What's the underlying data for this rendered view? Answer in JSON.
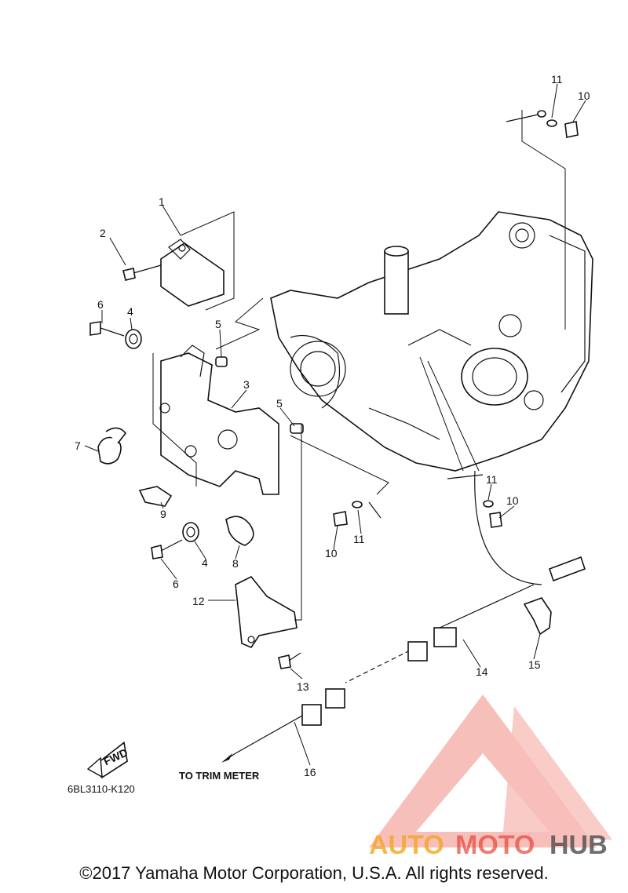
{
  "callouts": {
    "c1": "1",
    "c2": "2",
    "c3": "3",
    "c4a": "4",
    "c4b": "4",
    "c5a": "5",
    "c5b": "5",
    "c6a": "6",
    "c6b": "6",
    "c7": "7",
    "c8": "8",
    "c9": "9",
    "c10a": "10",
    "c10b": "10",
    "c10c": "10",
    "c11a": "11",
    "c11b": "11",
    "c11c": "11",
    "c12": "12",
    "c13": "13",
    "c14": "14",
    "c15": "15",
    "c16": "16"
  },
  "note_trim": "TO TRIM METER",
  "fwd_label": "FWD",
  "diagram_code": "6BL3110-K120",
  "watermark": {
    "auto": "AUTO",
    "moto": "MOTO",
    "hub": "HUB",
    "color_red": "#e8463c",
    "color_orange": "#f5a623",
    "color_gray": "#555555"
  },
  "copyright": "©2017 Yamaha Motor Corporation, U.S.A. All rights reserved."
}
